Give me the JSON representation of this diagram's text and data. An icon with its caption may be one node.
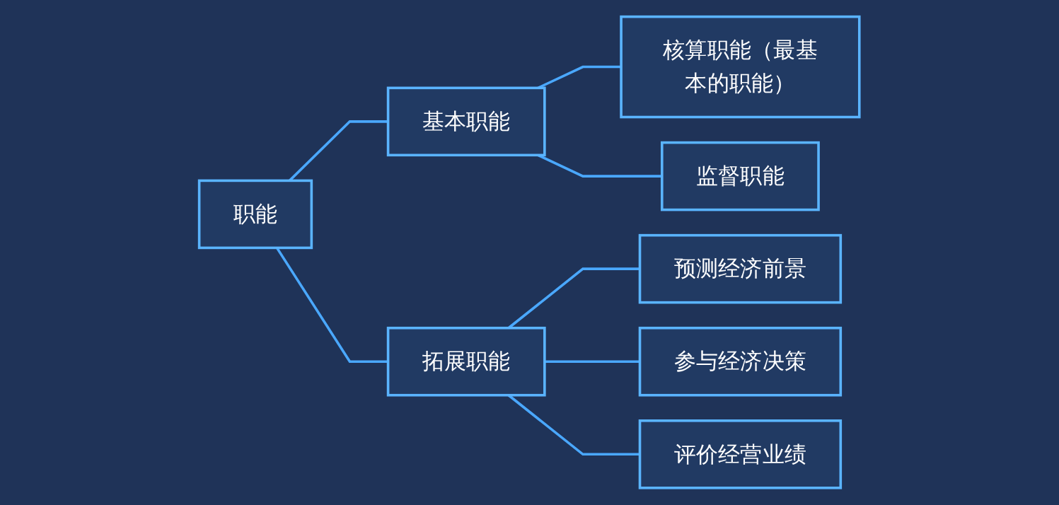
{
  "diagram": {
    "nodes": [
      {
        "text": [
          "职能"
        ]
      },
      {
        "text": [
          "基本职能"
        ]
      },
      {
        "text": [
          "核算职能（最基本的职能）"
        ]
      },
      {
        "text": [
          "监督职能"
        ]
      },
      {
        "text": [
          "拓展职能"
        ]
      },
      {
        "text": [
          "预测经济前景"
        ]
      },
      {
        "text": [
          "参与经济决策"
        ]
      },
      {
        "text": [
          "评价经营业绩"
        ]
      }
    ],
    "edges": [
      {
        "from": 0,
        "to": 1,
        "arrow": "none"
      },
      {
        "from": 1,
        "to": 2,
        "arrow": "none"
      },
      {
        "from": 1,
        "to": 3,
        "arrow": "none"
      },
      {
        "from": 0,
        "to": 4,
        "arrow": "none"
      },
      {
        "from": 4,
        "to": 5,
        "arrow": "none"
      },
      {
        "from": 4,
        "to": 6,
        "arrow": "none"
      },
      {
        "from": 4,
        "to": 7,
        "arrow": "none"
      }
    ]
  }
}
